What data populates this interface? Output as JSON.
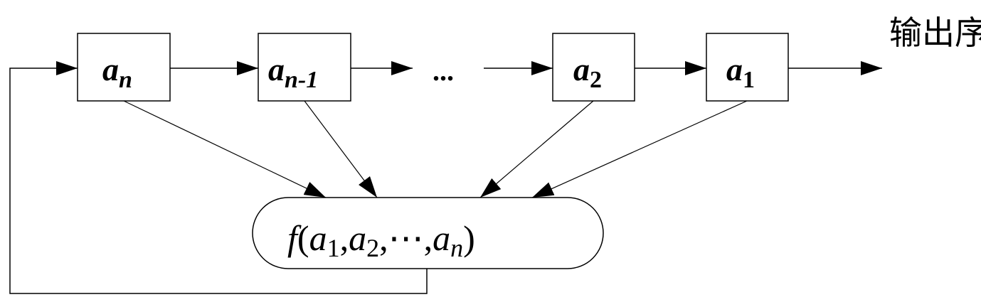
{
  "output_label": "输出序列",
  "ellipsis": "...",
  "registers": [
    {
      "var": "a",
      "sub": "n"
    },
    {
      "var": "a",
      "sub": "n-1"
    },
    {
      "var": "a",
      "sub": "2"
    },
    {
      "var": "a",
      "sub": "1"
    }
  ],
  "function": {
    "name": "f",
    "open": "(",
    "arg1_var": "a",
    "arg1_sub": "1",
    "sep1": ",",
    "arg2_var": "a",
    "arg2_sub": "2",
    "sep2": ",",
    "middle": "⋯",
    "sep3": ",",
    "argn_var": "a",
    "argn_sub": "n",
    "close": ")"
  }
}
